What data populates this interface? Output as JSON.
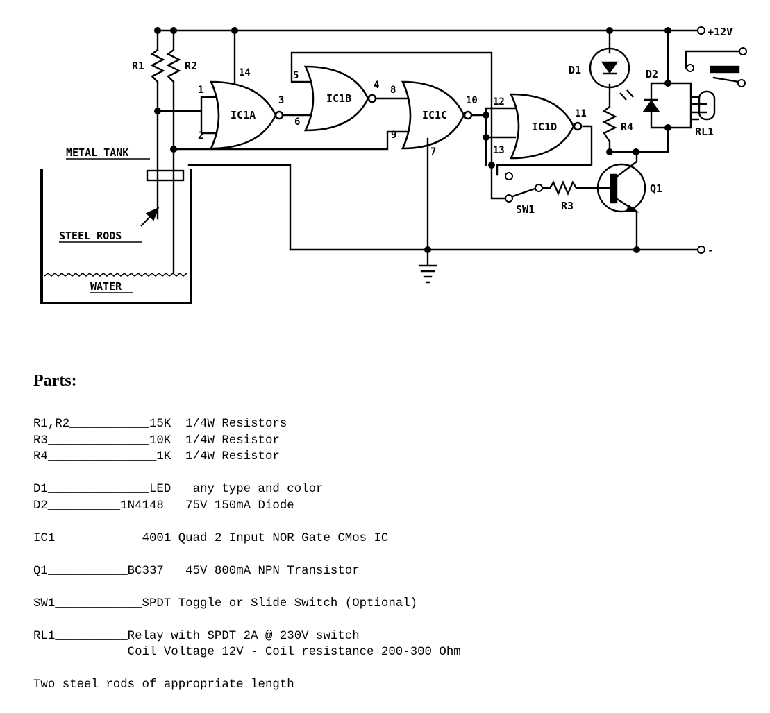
{
  "schematic": {
    "labels": {
      "r1": "R1",
      "r2": "R2",
      "r3": "R3",
      "r4": "R4",
      "d1": "D1",
      "d2": "D2",
      "q1": "Q1",
      "rl1": "RL1",
      "sw1": "SW1",
      "ic1a": "IC1A",
      "ic1b": "IC1B",
      "ic1c": "IC1C",
      "ic1d": "IC1D",
      "vplus": "+12V",
      "vminus": "-",
      "metal_tank": "METAL TANK",
      "steel_rods": "STEEL RODS",
      "water": "WATER"
    },
    "pins": {
      "p1": "1",
      "p2": "2",
      "p3": "3",
      "p4": "4",
      "p5": "5",
      "p6": "6",
      "p7": "7",
      "p8": "8",
      "p9": "9",
      "p10": "10",
      "p11": "11",
      "p12": "12",
      "p13": "13",
      "p14": "14"
    }
  },
  "parts": {
    "heading": "Parts:",
    "lines": [
      "R1,R2___________15K  1/4W Resistors",
      "R3______________10K  1/4W Resistor",
      "R4_______________1K  1/4W Resistor",
      "",
      "D1______________LED   any type and color",
      "D2__________1N4148   75V 150mA Diode",
      "",
      "IC1____________4001 Quad 2 Input NOR Gate CMos IC",
      "",
      "Q1___________BC337   45V 800mA NPN Transistor",
      "",
      "SW1____________SPDT Toggle or Slide Switch (Optional)",
      "",
      "RL1__________Relay with SPDT 2A @ 230V switch",
      "             Coil Voltage 12V - Coil resistance 200-300 Ohm",
      "",
      "Two steel rods of appropriate length"
    ]
  }
}
